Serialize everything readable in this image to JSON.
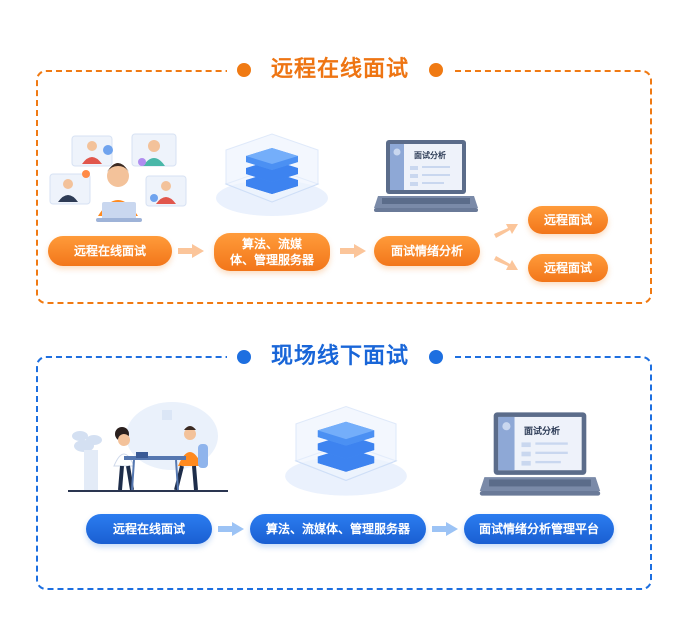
{
  "remote": {
    "title": "远程在线面试",
    "step1": "远程在线面试",
    "step2_line1": "算法、流媒",
    "step2_line2": "体、管理服务器",
    "step3": "面试情绪分析",
    "out1": "远程面试",
    "out2": "远程面试",
    "laptop_screen": "面试分析"
  },
  "onsite": {
    "title": "现场线下面试",
    "step1": "远程在线面试",
    "step2": "算法、流媒体、管理服务器",
    "step3": "面试情绪分析管理平台",
    "laptop_screen": "面试分析"
  },
  "colors": {
    "orange": "#f07a13",
    "blue": "#1d6fe0",
    "orange_arrow": "#fbc59a",
    "blue_arrow": "#9cc3f5"
  },
  "icons": [
    "video-call-people-icon",
    "server-stack-icon",
    "laptop-analysis-icon",
    "interview-table-icon"
  ]
}
